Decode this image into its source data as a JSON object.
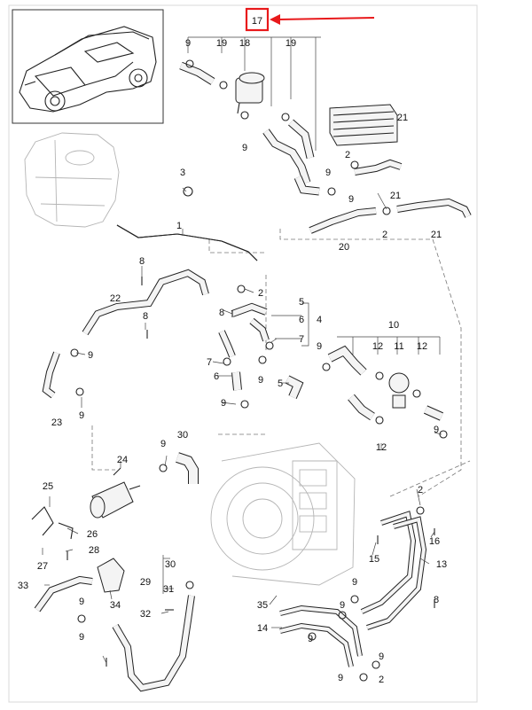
{
  "colors": {
    "highlight": "#e8191b",
    "ink": "#222222",
    "ghost": "#b5b5b5"
  },
  "callouts": {
    "c1": "1",
    "c2a": "2",
    "c2b": "2",
    "c2c": "2",
    "c2d": "2",
    "c2e": "2",
    "c3": "3",
    "c4": "4",
    "c5a": "5",
    "c5b": "5",
    "c6a": "6",
    "c6b": "6",
    "c7a": "7",
    "c7b": "7",
    "c8a": "8",
    "c8b": "8",
    "c8c": "8",
    "c8d": "8",
    "c9a": "9",
    "c9b": "9",
    "c9c": "9",
    "c9d": "9",
    "c9e": "9",
    "c9f": "9",
    "c9g": "9",
    "c9h": "9",
    "c9i": "9",
    "c9j": "9",
    "c9k": "9",
    "c9l": "9",
    "c9m": "9",
    "c9n": "9",
    "c9o": "9",
    "c9p": "9",
    "c9q": "9",
    "c9r": "9",
    "c10": "10",
    "c11": "11",
    "c12a": "12",
    "c12b": "12",
    "c12c": "12",
    "c13": "13",
    "c14": "14",
    "c15": "15",
    "c16": "16",
    "c17": "17",
    "c18": "18",
    "c19a": "19",
    "c19b": "19",
    "c20": "20",
    "c21a": "21",
    "c21b": "21",
    "c21c": "21",
    "c22": "22",
    "c23": "23",
    "c24": "24",
    "c25": "25",
    "c26": "26",
    "c27": "27",
    "c28": "28",
    "c29": "29",
    "c30a": "30",
    "c30b": "30",
    "c31": "31",
    "c32": "32",
    "c33": "33",
    "c34": "34",
    "c35": "35"
  }
}
